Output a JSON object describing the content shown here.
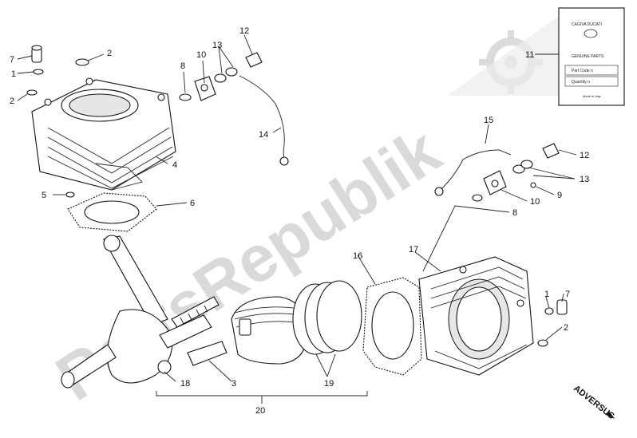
{
  "watermark": {
    "text": "PartsRepublik"
  },
  "callouts": {
    "c1_left": "1",
    "c2_top": "2",
    "c2_left": "2",
    "c4": "4",
    "c5": "5",
    "c6": "6",
    "c7_left": "7",
    "c8_top": "8",
    "c10_top": "10",
    "c13_top": "13",
    "c12_top": "12",
    "c14": "14",
    "c11": "11",
    "c15": "15",
    "c12_right": "12",
    "c13_right": "13",
    "c9": "9",
    "c10_right": "10",
    "c8_right": "8",
    "c16": "16",
    "c17": "17",
    "c7_right": "7",
    "c1_right": "1",
    "c2_right": "2",
    "c18": "18",
    "c3": "3",
    "c19": "19",
    "c20": "20"
  },
  "manual_card": {
    "brand": "CAGIVA DUCATI",
    "line1": "GENUINE PARTS",
    "line2": "Part Code n",
    "line3": "Quantity n",
    "line4": "Made in Italy"
  },
  "direction_label": "ADVERSUS"
}
